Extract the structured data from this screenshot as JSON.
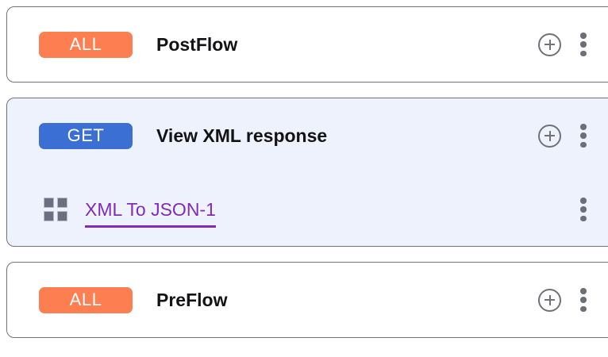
{
  "colors": {
    "badge_all": "#fc7e51",
    "badge_get": "#3b6fd4",
    "link_purple": "#7f2cb8",
    "card_border": "#6f7276",
    "selected_card_bg": "#eef2fd",
    "icon_gray": "#6f7276",
    "grid_square": "#6b7080",
    "title_text": "#131316"
  },
  "icons": {
    "add": "plus-circle-icon",
    "menu": "kebab-menu-icon",
    "policy": "grid-2x2-icon"
  },
  "flows": [
    {
      "id": "postflow",
      "selected": false,
      "method": "ALL",
      "method_style": "all",
      "title": "PostFlow",
      "has_add": true,
      "has_menu": true,
      "children": []
    },
    {
      "id": "view-xml-response",
      "selected": true,
      "method": "GET",
      "method_style": "get",
      "title": "View XML response",
      "has_add": true,
      "has_menu": true,
      "children": [
        {
          "id": "xml-to-json-1",
          "label": "XML To JSON-1",
          "icon": "grid-2x2-icon",
          "has_menu": true
        }
      ]
    },
    {
      "id": "preflow",
      "selected": false,
      "method": "ALL",
      "method_style": "all",
      "title": "PreFlow",
      "has_add": true,
      "has_menu": true,
      "children": []
    }
  ]
}
